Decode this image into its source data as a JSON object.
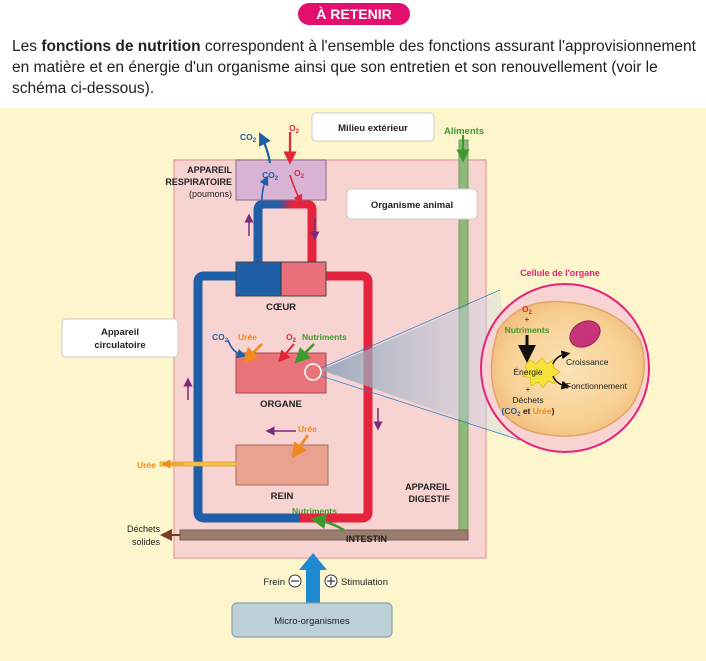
{
  "header": {
    "tag": "À RETENIR",
    "intro_prefix": "Les ",
    "intro_bold": "fonctions de nutrition",
    "intro_rest": " correspondent à l'ensemble des fonctions assurant l'approvisionnement en matière et en énergie d'un organisme ainsi que son entretien et son renouvellement (voir le schéma ci-dessous)."
  },
  "labels": {
    "milieu_exterieur": "Milieu extérieur",
    "organisme_animal": "Organisme animal",
    "aliments": "Aliments",
    "appareil_respiratoire_1": "APPAREIL",
    "appareil_respiratoire_2": "RESPIRATOIRE",
    "poumons": "(poumons)",
    "appareil_circulatoire_1": "Appareil",
    "appareil_circulatoire_2": "circulatoire",
    "coeur": "CŒUR",
    "organe": "ORGANE",
    "rein": "REIN",
    "intestin": "INTESTIN",
    "appareil_digestif_1": "APPAREIL",
    "appareil_digestif_2": "DIGESTIF",
    "dechets_1": "Déchets",
    "dechets_2": "solides",
    "uree_out": "Urée",
    "uree_rein": "Urée",
    "uree_organe": "Urée",
    "co2_top": "CO",
    "o2_top": "O",
    "co2_resp": "CO",
    "o2_resp": "O",
    "co2_organe": "CO",
    "o2_organe": "O",
    "nutriments_organe": "Nutriments",
    "nutriments_intestin": "Nutriments",
    "subscript_2": "2",
    "frein": "Frein",
    "stimulation": "Stimulation",
    "micro_organismes": "Micro-organismes"
  },
  "cell": {
    "title": "Cellule de l'organe",
    "o2": "O",
    "plus": "+",
    "nutriments": "Nutriments",
    "energie": "Énergie",
    "plus2": "+",
    "dechets": "Déchets",
    "co2_paren": "(CO",
    "et": " et ",
    "uree": "Urée",
    "paren_close": ")",
    "croissance": "Croissance",
    "fonctionnement": "Fonctionnement"
  },
  "colors": {
    "tag": "#e30f6e",
    "blood_red": "#e3243c",
    "blood_blue": "#1e5fa8",
    "nutrient_green": "#5bae3a",
    "uree_orange": "#f08a1e",
    "purple_arrow": "#7a2a7a",
    "organism_fill": "#f7d4d2",
    "cell_border": "#e5237a"
  }
}
